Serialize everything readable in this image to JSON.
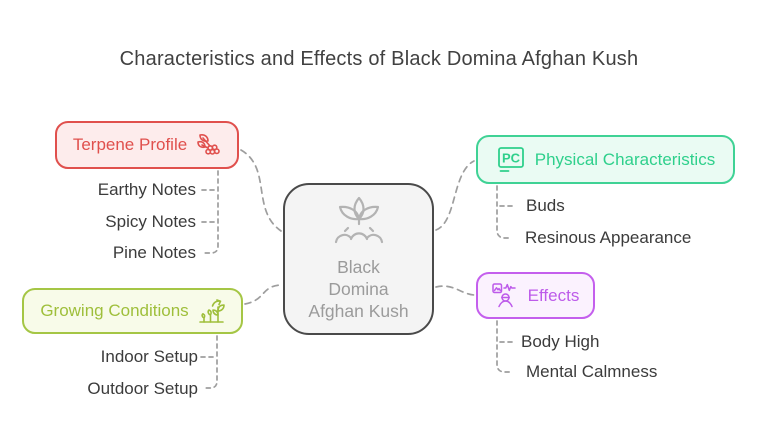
{
  "title": "Characteristics and Effects of Black Domina Afghan Kush",
  "center_node": {
    "label_lines": [
      "Black",
      "Domina",
      "Afghan Kush"
    ],
    "icon": "seedling-icon",
    "border_color": "#4a4a4a",
    "background": "#f4f4f4",
    "text_color": "#9b9b9b"
  },
  "branches": {
    "terpene": {
      "label": "Terpene Profile",
      "icon": "berries-icon",
      "color": "#e0504d",
      "background": "#fdecec",
      "children": [
        "Earthy Notes",
        "Spicy Notes",
        "Pine Notes"
      ]
    },
    "growing": {
      "label": "Growing Conditions",
      "icon": "plant-growth-icon",
      "color": "#a5c645",
      "background": "#f8fbe9",
      "children": [
        "Indoor Setup",
        "Outdoor Setup"
      ]
    },
    "physical": {
      "label": "Physical Characteristics",
      "icon": "pc-monogram-icon",
      "icon_text": "PC",
      "color": "#3fd295",
      "background": "#eafbf3",
      "children": [
        "Buds",
        "Resinous Appearance"
      ]
    },
    "effects": {
      "label": "Effects",
      "icon": "person-pulse-icon",
      "color": "#c45fed",
      "background": "#fbf2fe",
      "children": [
        "Body High",
        "Mental Calmness"
      ]
    }
  },
  "connector_color": "#9e9e9e"
}
